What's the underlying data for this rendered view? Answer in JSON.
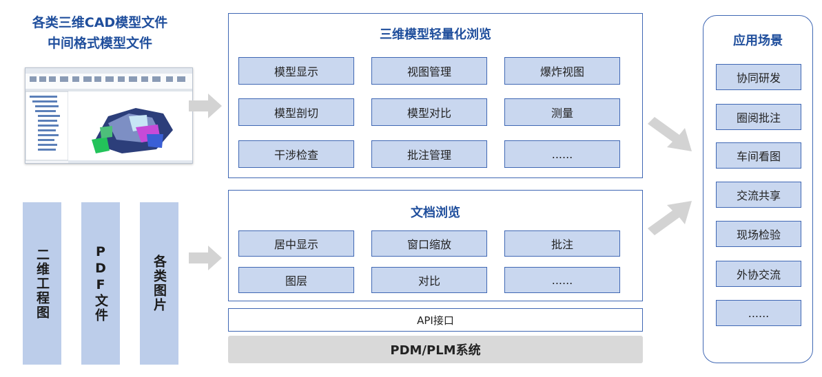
{
  "inputs": {
    "title_line1": "各类三维CAD模型文件",
    "title_line2": "中间格式模型文件",
    "columns": [
      {
        "label": "二维工程图"
      },
      {
        "label": "PDF文件"
      },
      {
        "label": "各类图片"
      }
    ]
  },
  "lightweight_panel": {
    "title": "三维模型轻量化浏览",
    "items": [
      "模型显示",
      "视图管理",
      "爆炸视图",
      "模型剖切",
      "模型对比",
      "测量",
      "干涉检查",
      "批注管理",
      "......"
    ]
  },
  "document_panel": {
    "title": "文档浏览",
    "items": [
      "居中显示",
      "窗口缩放",
      "批注",
      "图层",
      "对比",
      "......"
    ]
  },
  "api": {
    "label": "API接口"
  },
  "pdm": {
    "label": "PDM/PLM系统"
  },
  "scenes": {
    "title": "应用场景",
    "items": [
      "协同研发",
      "圈阅批注",
      "车间看图",
      "交流共享",
      "现场检验",
      "外协交流",
      "......"
    ]
  },
  "colors": {
    "accent": "#3e66b3",
    "title_blue": "#1f4e9c",
    "box_fill": "#c9d7ef",
    "column_fill": "#bccdea",
    "arrow_gray": "#d3d3d3",
    "pdm_gray": "#d9d9d9"
  }
}
